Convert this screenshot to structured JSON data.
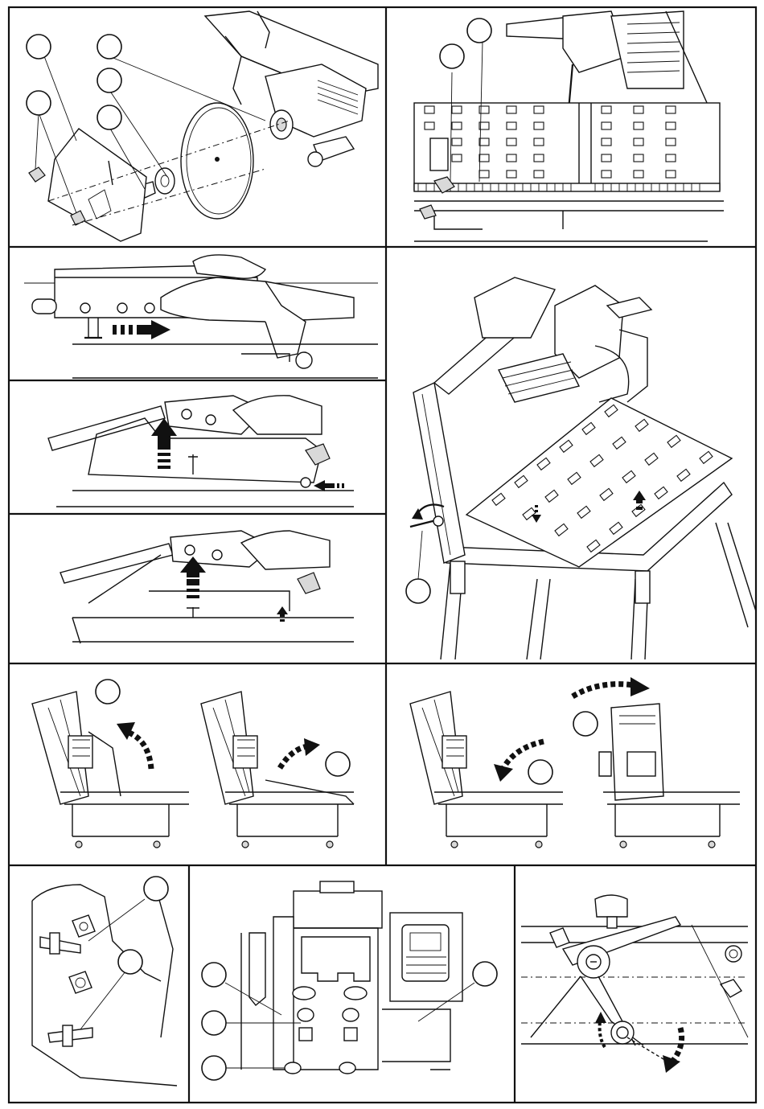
{
  "page": {
    "type": "assembly-instruction-illustrations"
  },
  "panels": [
    {
      "id": "blade-mounting-exploded",
      "callouts": 5
    },
    {
      "id": "cutting-table-rails",
      "callouts": 2
    },
    {
      "id": "table-push-in",
      "callouts": 0
    },
    {
      "id": "table-lift-step-1",
      "callouts": 0
    },
    {
      "id": "table-lift-step-2",
      "callouts": 0
    },
    {
      "id": "saw-overview-folding-table",
      "callouts": 1
    },
    {
      "id": "head-tilt-sequence-a",
      "callouts": 2
    },
    {
      "id": "head-tilt-sequence-b",
      "callouts": 2
    },
    {
      "id": "detail-bolts",
      "callouts": 2
    },
    {
      "id": "detail-motor-mount",
      "callouts": 4
    },
    {
      "id": "detail-pivot-arm",
      "callouts": 0
    }
  ]
}
